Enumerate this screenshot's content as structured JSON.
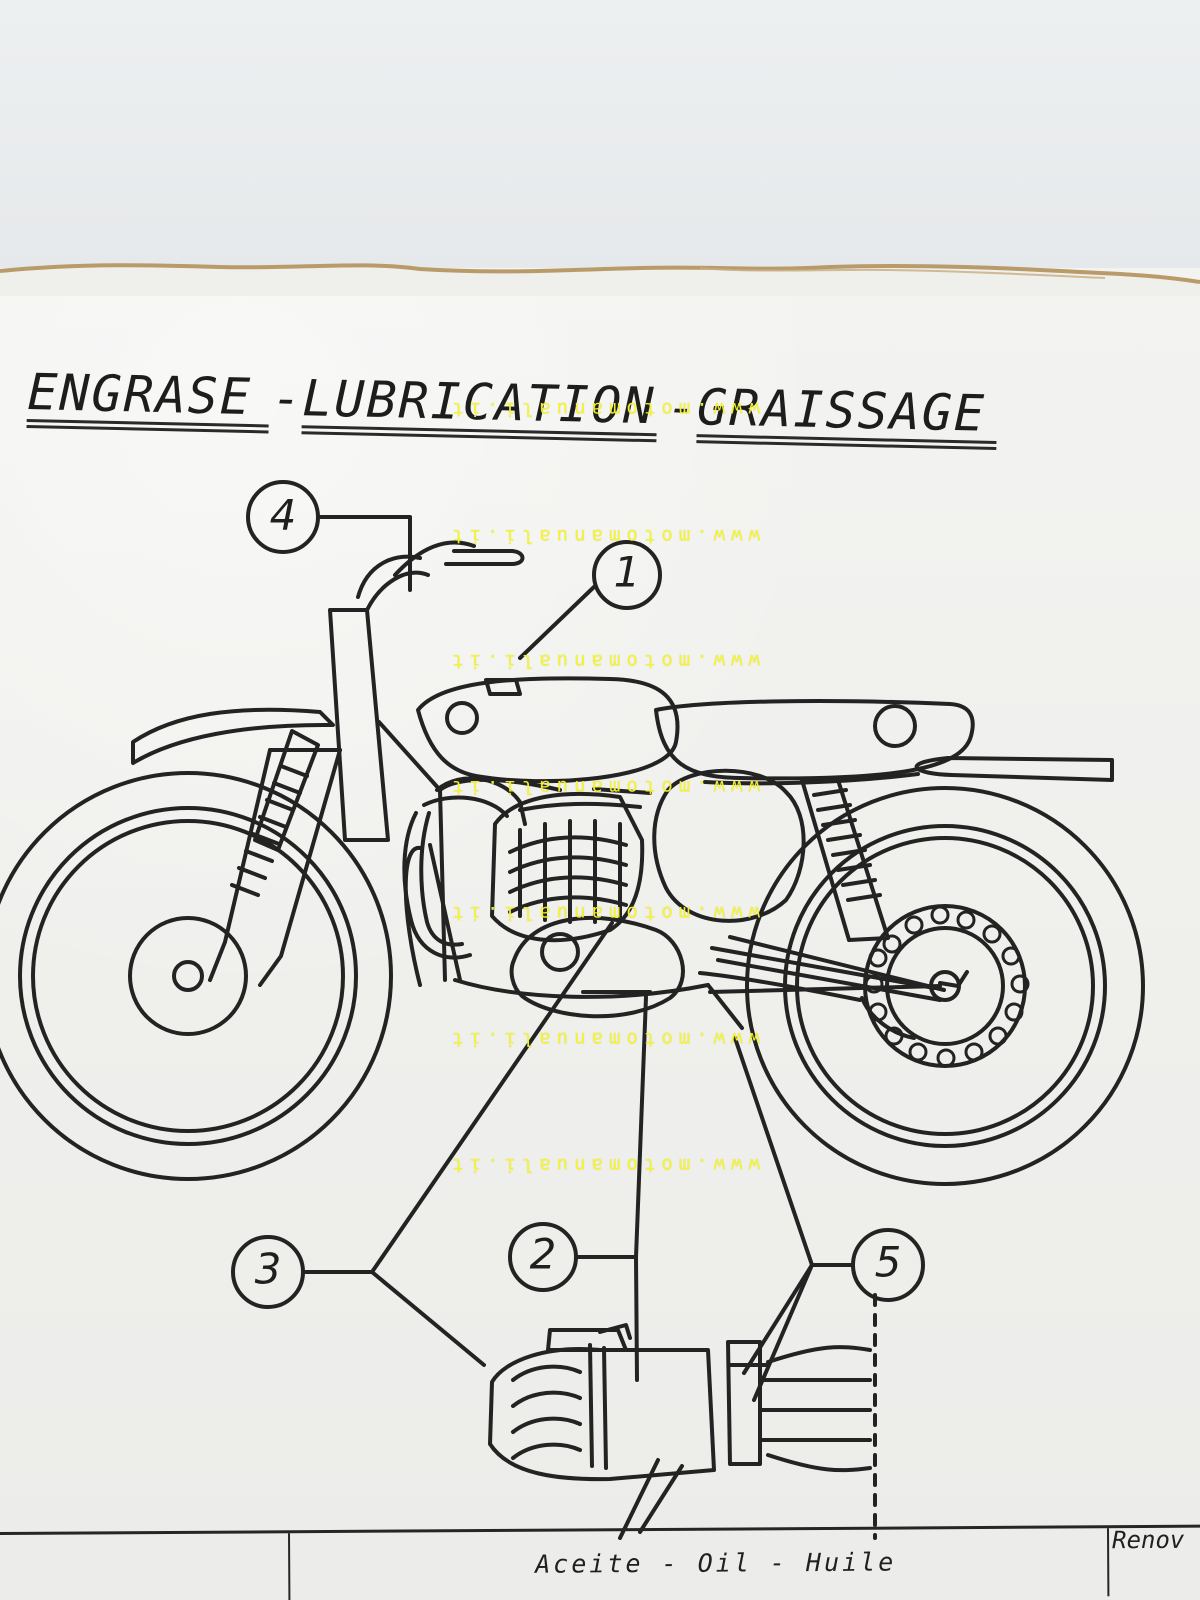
{
  "document": {
    "title_parts": [
      "ENGRASE",
      "LUBRICATION",
      "GRAISSAGE"
    ],
    "watermark_text": "www.motomanuali.it",
    "callouts": {
      "c1": "1",
      "c2": "2",
      "c3": "3",
      "c4": "4",
      "c5": "5"
    },
    "bottom_table": {
      "oil_label": "Aceite - Oil - Huile",
      "renov_label": "Renov"
    }
  }
}
